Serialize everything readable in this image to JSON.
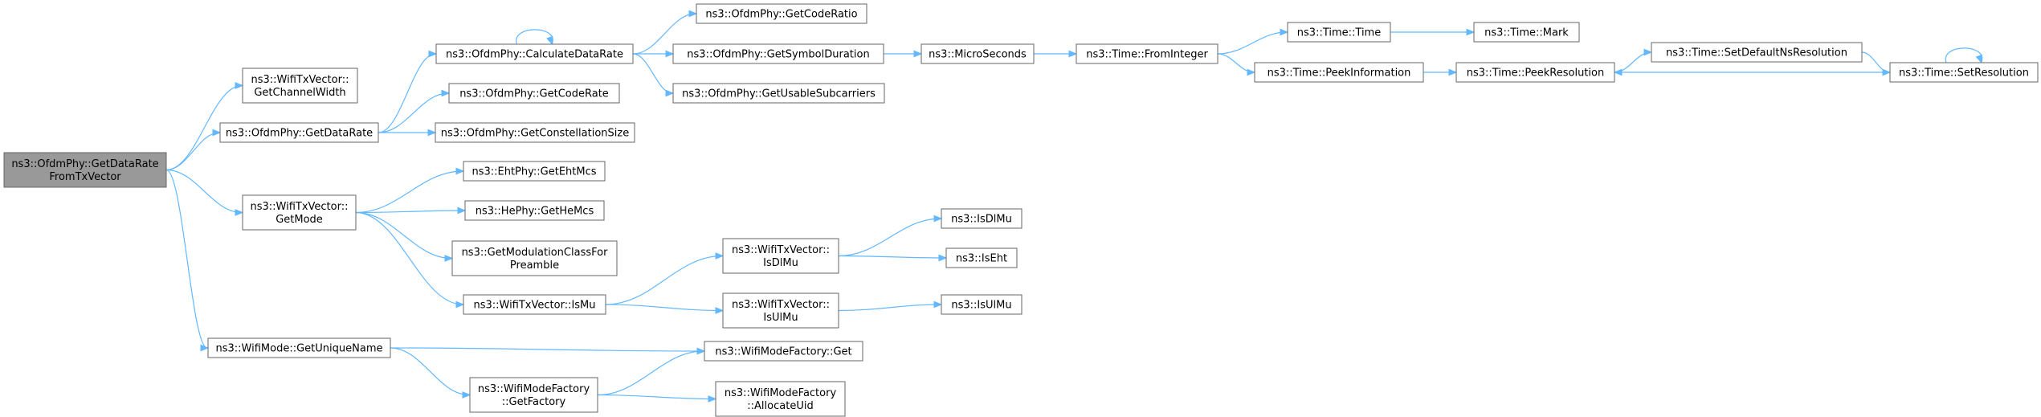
{
  "graph": {
    "nodes": [
      {
        "id": "root",
        "lines": [
          "ns3::OfdmPhy::GetDataRate",
          "FromTxVector"
        ],
        "root": true
      },
      {
        "id": "getChannelWidth",
        "lines": [
          "ns3::WifiTxVector::",
          "GetChannelWidth"
        ]
      },
      {
        "id": "getDataRate",
        "lines": [
          "ns3::OfdmPhy::GetDataRate"
        ]
      },
      {
        "id": "getMode",
        "lines": [
          "ns3::WifiTxVector::",
          "GetMode"
        ]
      },
      {
        "id": "getUniqueName",
        "lines": [
          "ns3::WifiMode::GetUniqueName"
        ]
      },
      {
        "id": "calculateDataRate",
        "lines": [
          "ns3::OfdmPhy::CalculateDataRate"
        ]
      },
      {
        "id": "getCodeRate",
        "lines": [
          "ns3::OfdmPhy::GetCodeRate"
        ]
      },
      {
        "id": "getConstellationSize",
        "lines": [
          "ns3::OfdmPhy::GetConstellationSize"
        ]
      },
      {
        "id": "getEhtMcs",
        "lines": [
          "ns3::EhtPhy::GetEhtMcs"
        ]
      },
      {
        "id": "getHeMcs",
        "lines": [
          "ns3::HePhy::GetHeMcs"
        ]
      },
      {
        "id": "getModClass",
        "lines": [
          "ns3::GetModulationClassFor",
          "Preamble"
        ]
      },
      {
        "id": "isMu",
        "lines": [
          "ns3::WifiTxVector::IsMu"
        ]
      },
      {
        "id": "getFactory",
        "lines": [
          "ns3::WifiModeFactory",
          "::GetFactory"
        ]
      },
      {
        "id": "getCodeRatio",
        "lines": [
          "ns3::OfdmPhy::GetCodeRatio"
        ]
      },
      {
        "id": "getSymbolDuration",
        "lines": [
          "ns3::OfdmPhy::GetSymbolDuration"
        ]
      },
      {
        "id": "getUsableSubcarriers",
        "lines": [
          "ns3::OfdmPhy::GetUsableSubcarriers"
        ]
      },
      {
        "id": "isDlMuVec",
        "lines": [
          "ns3::WifiTxVector::",
          "IsDlMu"
        ]
      },
      {
        "id": "isUlMuVec",
        "lines": [
          "ns3::WifiTxVector::",
          "IsUlMu"
        ]
      },
      {
        "id": "factoryGet",
        "lines": [
          "ns3::WifiModeFactory::Get"
        ]
      },
      {
        "id": "allocateUid",
        "lines": [
          "ns3::WifiModeFactory",
          "::AllocateUid"
        ]
      },
      {
        "id": "microSeconds",
        "lines": [
          "ns3::MicroSeconds"
        ]
      },
      {
        "id": "isDlMu",
        "lines": [
          "ns3::IsDlMu"
        ]
      },
      {
        "id": "isEht",
        "lines": [
          "ns3::IsEht"
        ]
      },
      {
        "id": "isUlMu",
        "lines": [
          "ns3::IsUlMu"
        ]
      },
      {
        "id": "fromInteger",
        "lines": [
          "ns3::Time::FromInteger"
        ]
      },
      {
        "id": "timeTime",
        "lines": [
          "ns3::Time::Time"
        ]
      },
      {
        "id": "peekInformation",
        "lines": [
          "ns3::Time::PeekInformation"
        ]
      },
      {
        "id": "timeMark",
        "lines": [
          "ns3::Time::Mark"
        ]
      },
      {
        "id": "peekResolution",
        "lines": [
          "ns3::Time::PeekResolution"
        ]
      },
      {
        "id": "setDefaultNsResolution",
        "lines": [
          "ns3::Time::SetDefaultNsResolution"
        ]
      },
      {
        "id": "setResolution",
        "lines": [
          "ns3::Time::SetResolution"
        ]
      }
    ],
    "edges": [
      {
        "from": "root",
        "to": "getChannelWidth"
      },
      {
        "from": "root",
        "to": "getDataRate"
      },
      {
        "from": "root",
        "to": "getMode"
      },
      {
        "from": "root",
        "to": "getUniqueName"
      },
      {
        "from": "getDataRate",
        "to": "calculateDataRate"
      },
      {
        "from": "getDataRate",
        "to": "getCodeRate"
      },
      {
        "from": "getDataRate",
        "to": "getConstellationSize"
      },
      {
        "from": "calculateDataRate",
        "to": "calculateDataRate"
      },
      {
        "from": "calculateDataRate",
        "to": "getCodeRatio"
      },
      {
        "from": "calculateDataRate",
        "to": "getSymbolDuration"
      },
      {
        "from": "calculateDataRate",
        "to": "getUsableSubcarriers"
      },
      {
        "from": "getSymbolDuration",
        "to": "microSeconds"
      },
      {
        "from": "microSeconds",
        "to": "fromInteger"
      },
      {
        "from": "fromInteger",
        "to": "timeTime"
      },
      {
        "from": "fromInteger",
        "to": "peekInformation"
      },
      {
        "from": "timeTime",
        "to": "timeMark"
      },
      {
        "from": "peekInformation",
        "to": "peekResolution"
      },
      {
        "from": "peekResolution",
        "to": "setDefaultNsResolution"
      },
      {
        "from": "setDefaultNsResolution",
        "to": "setResolution"
      },
      {
        "from": "setResolution",
        "to": "peekResolution"
      },
      {
        "from": "setResolution",
        "to": "setResolution"
      },
      {
        "from": "getMode",
        "to": "getEhtMcs"
      },
      {
        "from": "getMode",
        "to": "getHeMcs"
      },
      {
        "from": "getMode",
        "to": "getModClass"
      },
      {
        "from": "getMode",
        "to": "isMu"
      },
      {
        "from": "isMu",
        "to": "isDlMuVec"
      },
      {
        "from": "isMu",
        "to": "isUlMuVec"
      },
      {
        "from": "isDlMuVec",
        "to": "isDlMu"
      },
      {
        "from": "isDlMuVec",
        "to": "isEht"
      },
      {
        "from": "isUlMuVec",
        "to": "isUlMu"
      },
      {
        "from": "getUniqueName",
        "to": "factoryGet"
      },
      {
        "from": "getUniqueName",
        "to": "getFactory"
      },
      {
        "from": "getFactory",
        "to": "factoryGet"
      },
      {
        "from": "getFactory",
        "to": "allocateUid"
      }
    ]
  }
}
